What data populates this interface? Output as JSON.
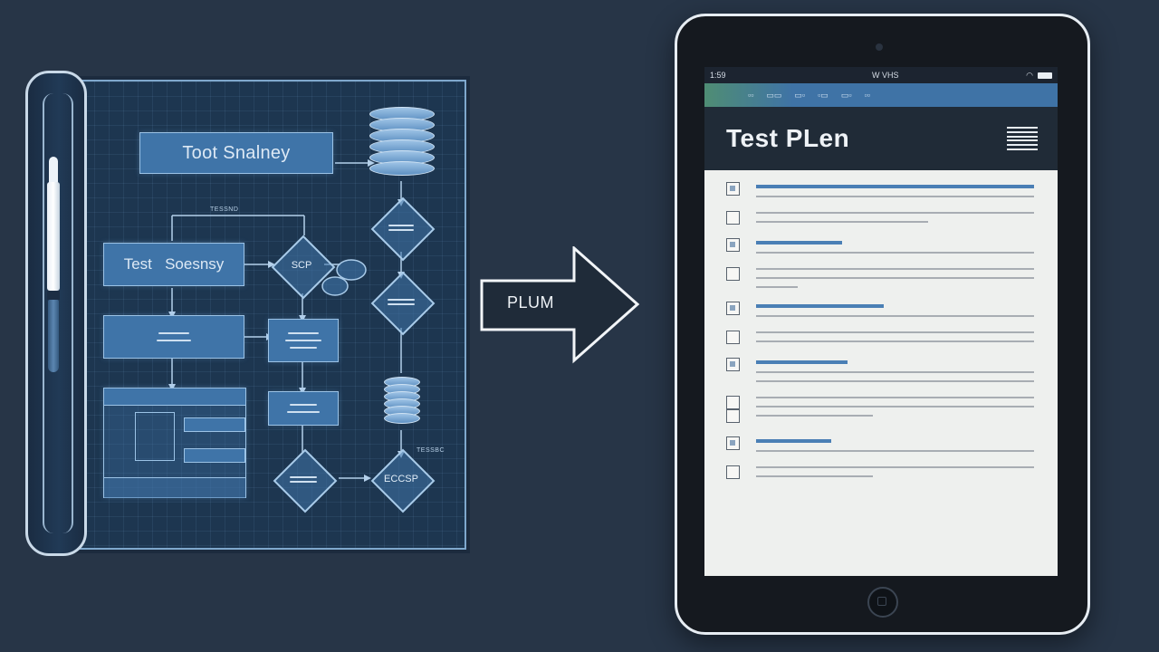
{
  "blueprint": {
    "boxes": {
      "top": "Toot Snalney",
      "left": "Test   Soesnsy"
    },
    "labels": {
      "top_connector": "TESSND",
      "right_bottom": "TESSBC",
      "decision_bottom_right": "ECCSP",
      "decision_mid": "SCP"
    }
  },
  "arrow": {
    "label": "PLUM"
  },
  "tablet": {
    "status": {
      "time": "1:59",
      "center": "W VHS"
    },
    "plan_title": "Test PLen"
  },
  "colors": {
    "background": "#273547",
    "blueprint_sheet": "#1d3650",
    "box_fill": "#3f74a8",
    "accent_blue": "#4a7fb5",
    "screen_bg": "#eef0ee",
    "header_bg": "#202b37"
  }
}
